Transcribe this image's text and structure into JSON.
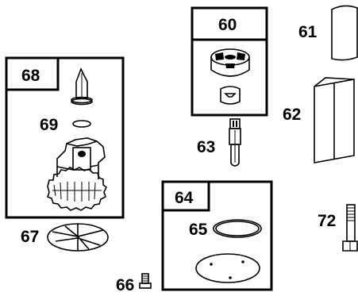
{
  "parts": {
    "p60": {
      "label": "60"
    },
    "p61": {
      "label": "61"
    },
    "p62": {
      "label": "62"
    },
    "p63": {
      "label": "63"
    },
    "p64": {
      "label": "64"
    },
    "p65": {
      "label": "65"
    },
    "p66": {
      "label": "66"
    },
    "p67": {
      "label": "67"
    },
    "p68": {
      "label": "68"
    },
    "p69": {
      "label": "69"
    },
    "p72": {
      "label": "72"
    }
  }
}
